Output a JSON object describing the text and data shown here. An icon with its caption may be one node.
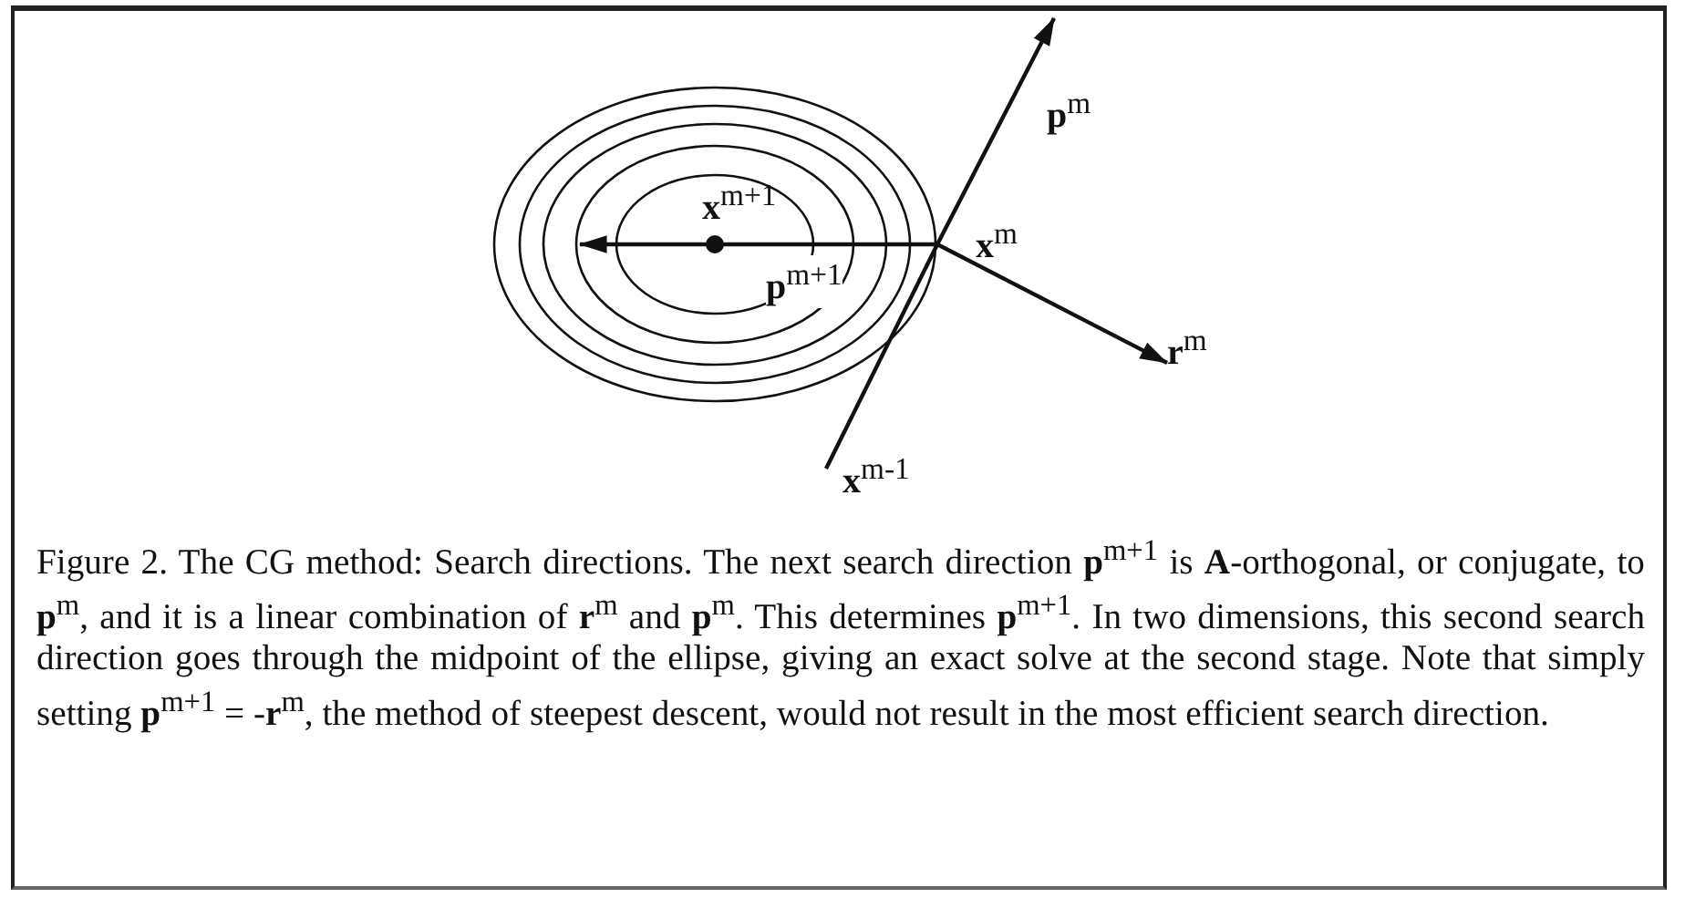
{
  "diagram": {
    "caption": "Figure 2. The CG method: Search directions. The next search direction **p**$^{m+1}$ is **A**-orthogonal, or conjugate, to **p**$^{m}$, and it is a linear combination of **r**$^{m}$ and **p**$^{m}$. This determines **p**$^{m+1}$. In two dimensions, this second search direction goes through the midpoint of the ellipse, giving an exact solve at the second stage. Note that simply setting **p**$^{m+1}$ = -**r**$^{m}$, the method of steepest descent, would not result in the most efficient search direction.",
    "nodes": [
      {
        "text": [
          "**x**$^{m-1}$"
        ]
      },
      {
        "text": [
          "**x**$^{m}$"
        ]
      },
      {
        "text": [
          "**x**$^{m+1}$"
        ]
      }
    ],
    "edges": [
      {
        "from": 0,
        "to": 1,
        "arrow": "none"
      },
      {
        "from": 1,
        "to": null,
        "arrow": "to",
        "label": "**p**$^{m}$"
      },
      {
        "from": 1,
        "to": 2,
        "arrow": "to",
        "label": "**p**$^{m+1}$"
      },
      {
        "from": 1,
        "to": null,
        "arrow": "to",
        "label": "**r**$^{m}$"
      }
    ]
  }
}
